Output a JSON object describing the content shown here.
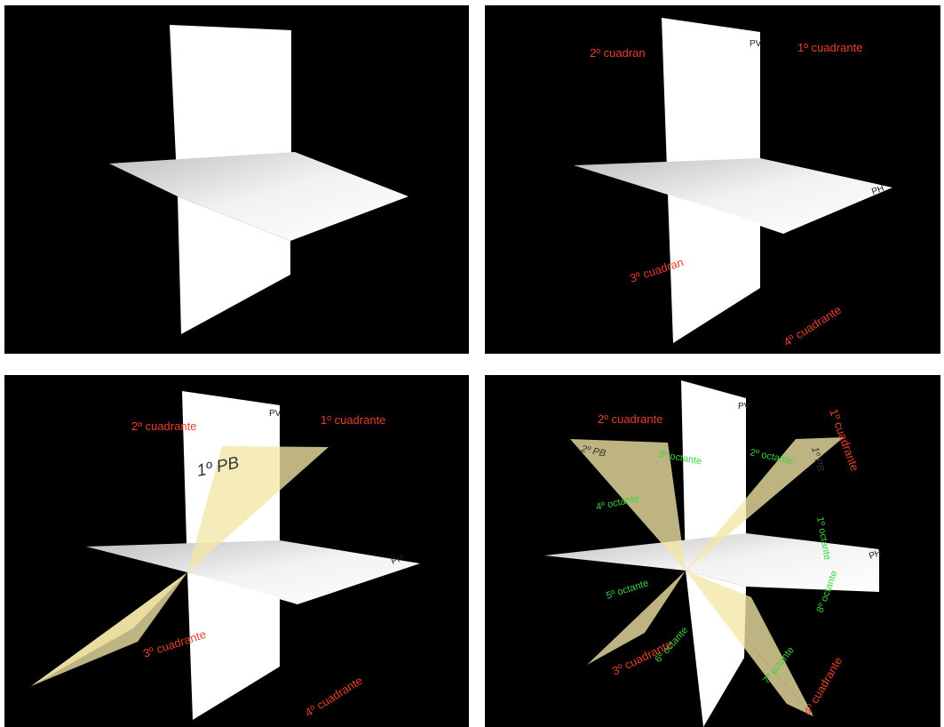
{
  "panels": [
    {
      "id": "planes-only"
    },
    {
      "id": "quadrants",
      "labels": {
        "pv": "PV",
        "ph": "PH",
        "q1": "1º cuadrante",
        "q2": "2º cuadran",
        "q3": "3º cuadran",
        "q4": "4º cuadrante"
      }
    },
    {
      "id": "first-bisector",
      "labels": {
        "pv": "PV",
        "ph": "PH",
        "q1": "1º cuadrante",
        "q2": "2º cuadrante",
        "q3": "3º cuadrante",
        "q4": "4º cuadrante",
        "pb1": "1º PB"
      }
    },
    {
      "id": "octants",
      "labels": {
        "pv": "PV",
        "ph": "PH",
        "q1": "1º cuadrante",
        "q2": "2º cuadrante",
        "q3": "3º cuadrante",
        "q4": "4º cuadrante",
        "pb2": "2º PB",
        "o1": "1º octante",
        "o2": "2º octante",
        "o3": "3º octante",
        "o4": "4º octante",
        "o5": "5º octante",
        "o6": "6º octante",
        "o7": "7º octante",
        "o8": "8º octante",
        "pb1": "1º PB"
      }
    }
  ],
  "colors": {
    "background": "#000000",
    "plane_white": "#ffffff",
    "plane_gray": "#d9d9d9",
    "bisector_yellow": "#f3e7a6",
    "label_red": "#e8402a",
    "label_green": "#3bd43b"
  }
}
